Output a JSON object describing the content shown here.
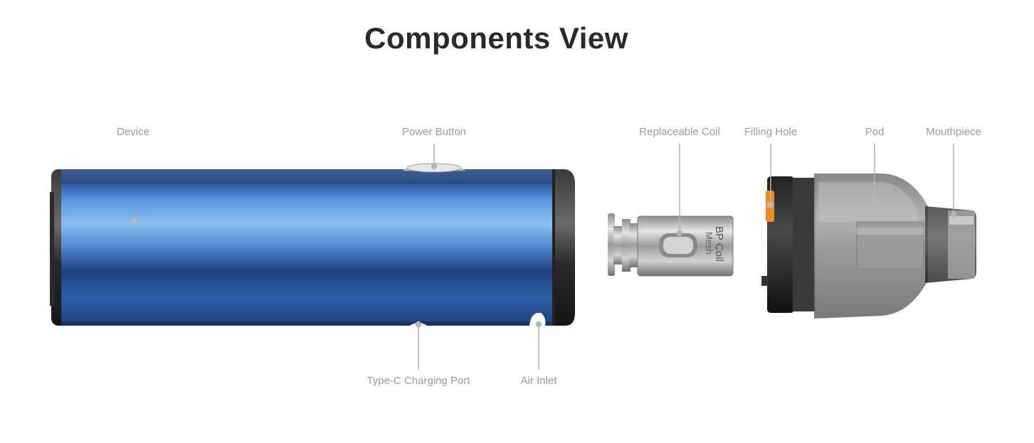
{
  "title": "Components View",
  "labels": {
    "device": "Device",
    "power_button": "Power Button",
    "replaceable_coil": "Replaceable Coil",
    "filling_hole": "Filling Hole",
    "pod": "Pod",
    "mouthpiece": "Mouthpiece",
    "type_c_port": "Type-C Charging Port",
    "air_inlet": "Air Inlet"
  },
  "coil_marking": {
    "line1": "BP Coil",
    "line2": "Mesh"
  },
  "colors": {
    "device_blue": "#3a74c4",
    "leader_line": "#b5b5b5",
    "label_text": "#9a9a9a",
    "title_text": "#2a2a2a",
    "filling_hole_orange": "#f08a24"
  }
}
